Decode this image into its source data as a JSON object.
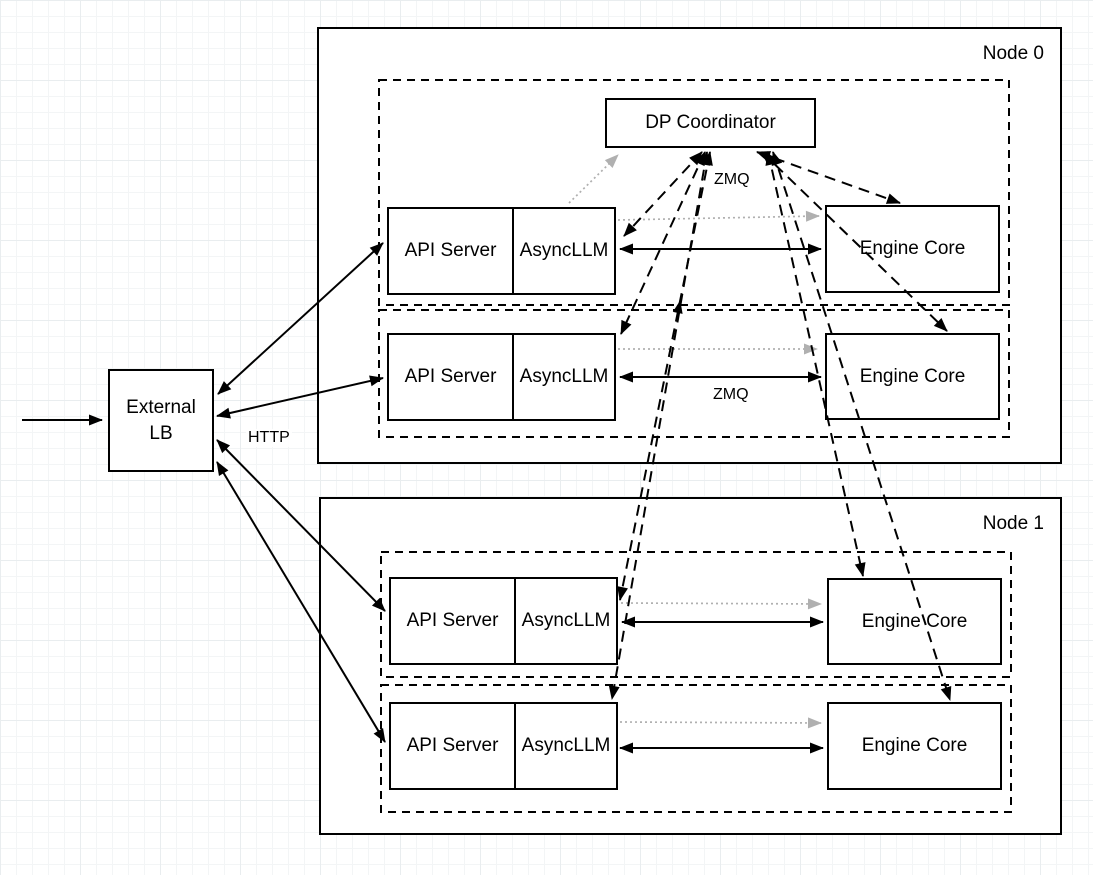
{
  "diagram": {
    "nodes": [
      {
        "label": "Node 0",
        "rows": [
          {
            "api_server": "API Server",
            "asyncllm": "AsyncLLM",
            "engine_core": "Engine Core"
          },
          {
            "api_server": "API Server",
            "asyncllm": "AsyncLLM",
            "engine_core": "Engine Core"
          }
        ]
      },
      {
        "label": "Node 1",
        "rows": [
          {
            "api_server": "API Server",
            "asyncllm": "AsyncLLM",
            "engine_core": "Engine Core"
          },
          {
            "api_server": "API Server",
            "asyncllm": "AsyncLLM",
            "engine_core": "Engine Core"
          }
        ]
      }
    ],
    "coordinator": {
      "label": "DP Coordinator"
    },
    "external_lb": {
      "label": "External LB"
    },
    "edge_labels": {
      "http": "HTTP",
      "zmq_coordinator": "ZMQ",
      "zmq_engine": "ZMQ"
    },
    "colors": {
      "line": "#000000",
      "gray_arrow": "#b0b0b0",
      "box_fill": "#ffffff"
    }
  }
}
